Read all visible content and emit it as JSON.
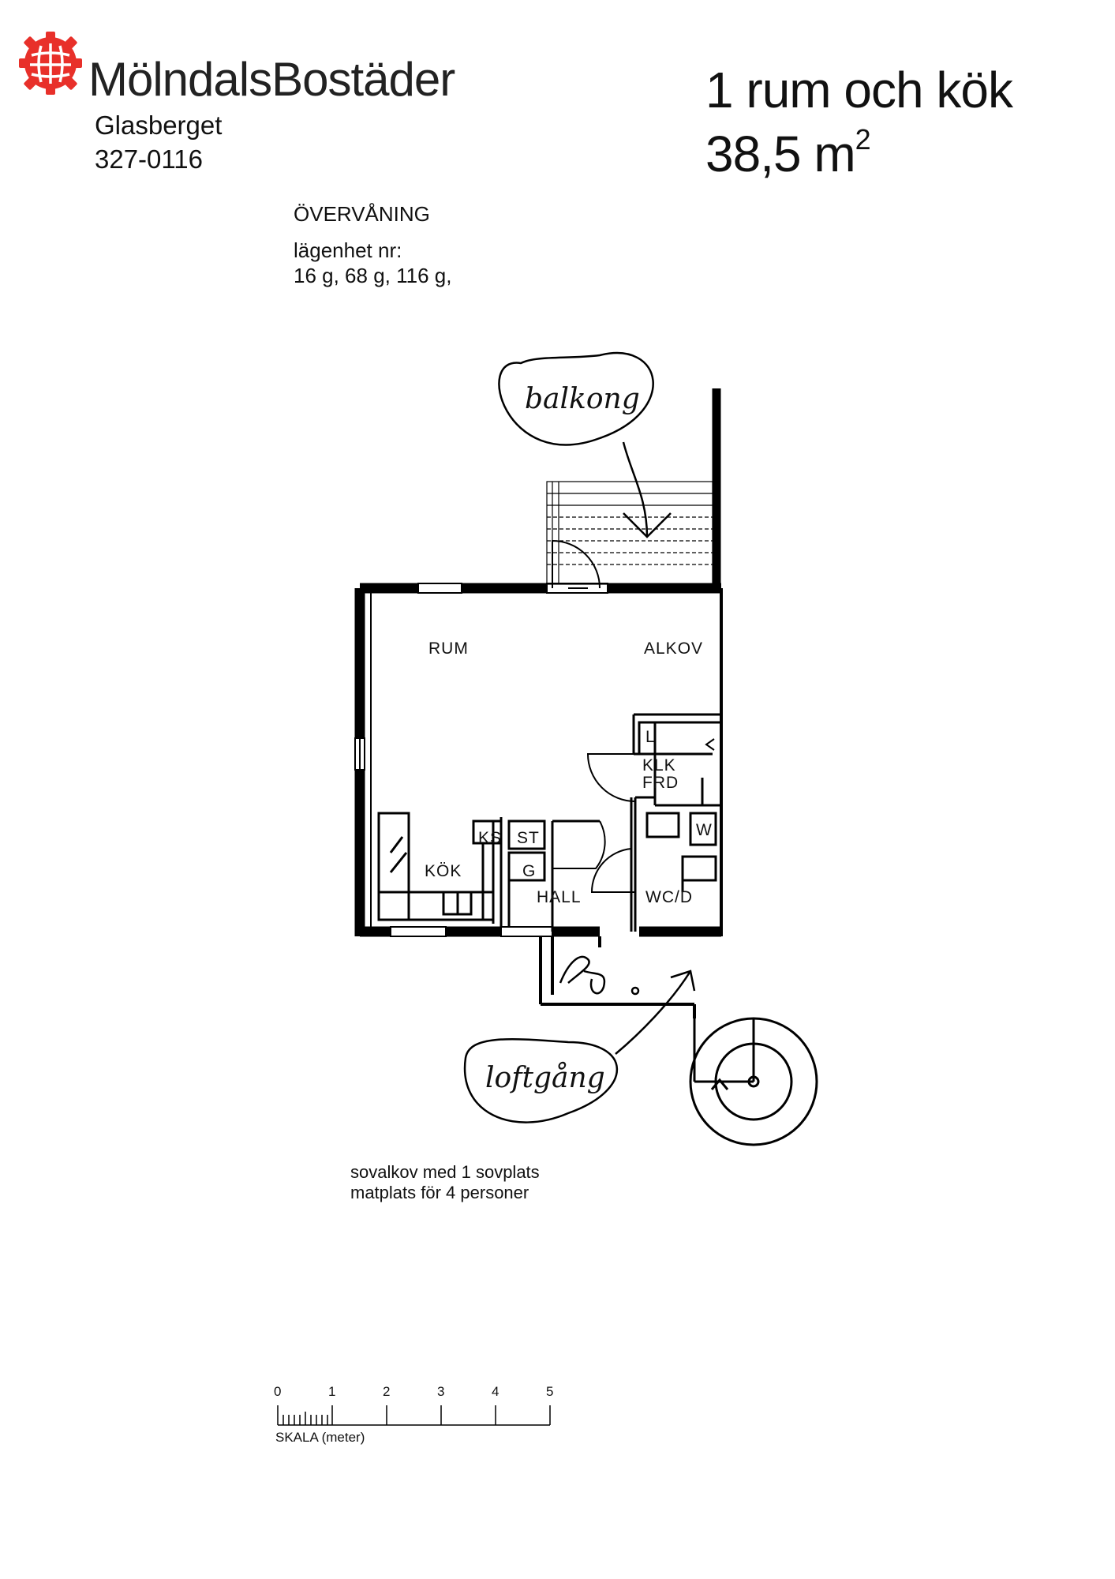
{
  "header": {
    "brand_name": "MölndalsBostäder",
    "estate_name": "Glasberget",
    "object_number": "327-0116",
    "apartment_type": "1 rum och kök",
    "area_value": "38,5 m",
    "area_superscript": "2",
    "brand_color": "#e8302a"
  },
  "floor_info": {
    "floor": "ÖVERVÅNING",
    "apartment_label": "lägenhet nr:",
    "apartment_numbers": "16 g, 68 g, 116 g,"
  },
  "plan": {
    "rooms": {
      "rum": "RUM",
      "alkov": "ALKOV",
      "kok": "KÖK",
      "hall": "HALL",
      "wcd": "WC/D",
      "klk": "KLK",
      "frd": "FRD",
      "ks": "KS",
      "st": "ST",
      "g": "G",
      "l": "L",
      "w": "W"
    },
    "annotations": {
      "balcony": "balkong",
      "gallery": "loftgång"
    }
  },
  "description": {
    "line1": "sovalkov med 1 sovplats",
    "line2": "matplats för 4 personer"
  },
  "scale": {
    "label": "SKALA (meter)",
    "ticks": [
      "0",
      "1",
      "2",
      "3",
      "4",
      "5"
    ]
  }
}
